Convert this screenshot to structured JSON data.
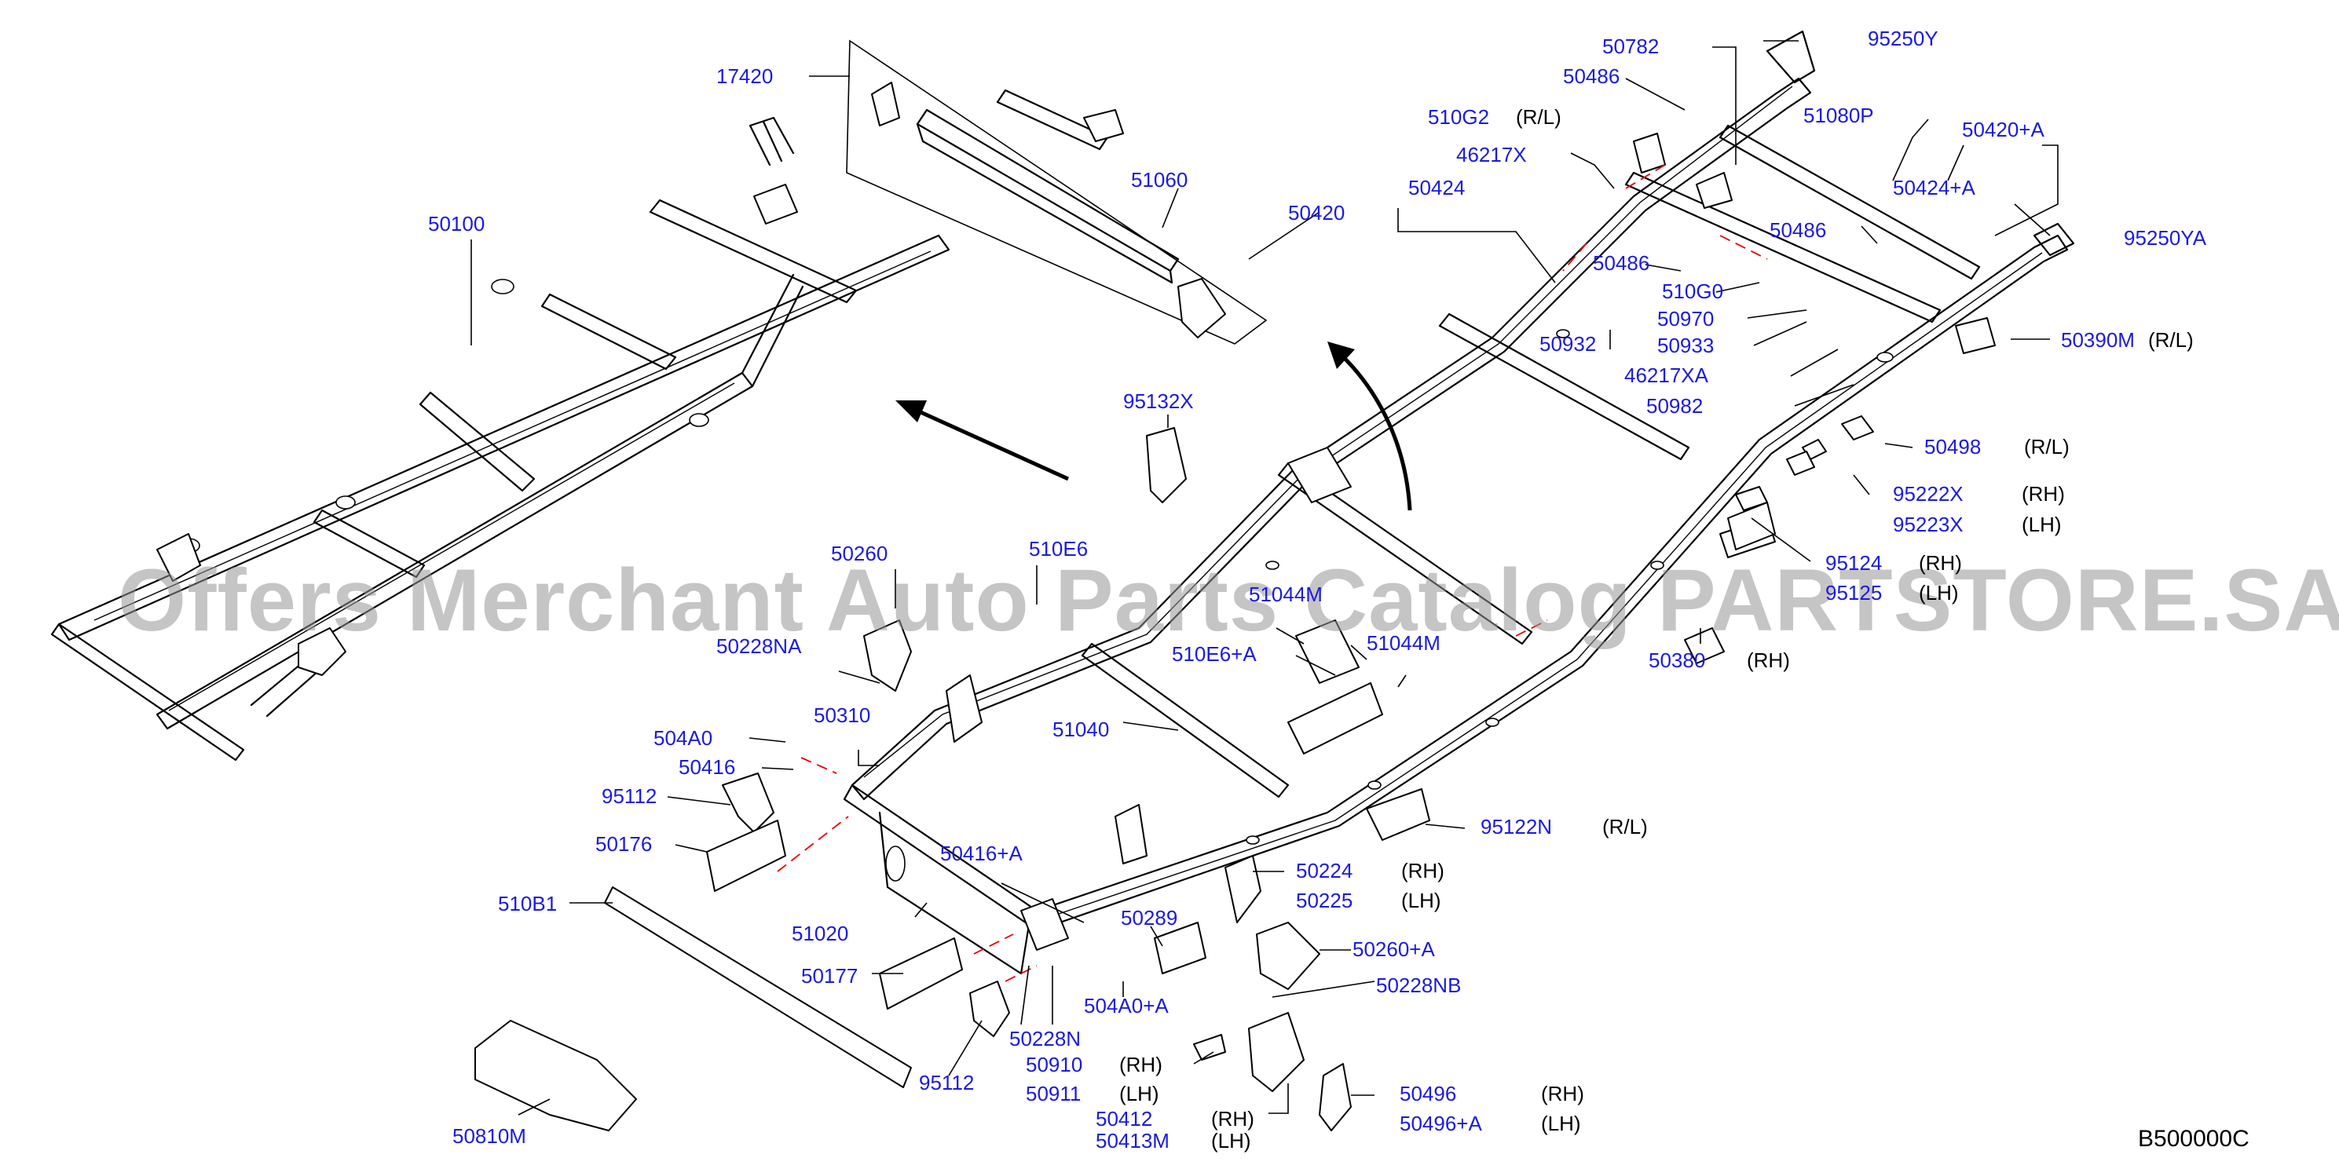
{
  "diagram_code": "B500000C",
  "watermark": "Offers Merchant Auto Parts Catalog PARTSTORE.SA",
  "labels": [
    {
      "part": "17420",
      "side": ""
    },
    {
      "part": "51060",
      "side": ""
    },
    {
      "part": "50420",
      "side": ""
    },
    {
      "part": "50100",
      "side": ""
    },
    {
      "part": "95132X",
      "side": ""
    },
    {
      "part": "50782",
      "side": ""
    },
    {
      "part": "50486",
      "side": ""
    },
    {
      "part": "510G2",
      "side": "(R/L)"
    },
    {
      "part": "46217X",
      "side": ""
    },
    {
      "part": "50424",
      "side": ""
    },
    {
      "part": "95250Y",
      "side": ""
    },
    {
      "part": "51080P",
      "side": ""
    },
    {
      "part": "50420+A",
      "side": ""
    },
    {
      "part": "50424+A",
      "side": ""
    },
    {
      "part": "50486",
      "side": ""
    },
    {
      "part": "95250YA",
      "side": ""
    },
    {
      "part": "50486",
      "side": ""
    },
    {
      "part": "510G0",
      "side": ""
    },
    {
      "part": "50970",
      "side": ""
    },
    {
      "part": "50933",
      "side": ""
    },
    {
      "part": "46217XA",
      "side": ""
    },
    {
      "part": "50982",
      "side": ""
    },
    {
      "part": "50932",
      "side": ""
    },
    {
      "part": "50390M",
      "side": "(R/L)"
    },
    {
      "part": "50498",
      "side": "(R/L)"
    },
    {
      "part": "95222X",
      "side": "(RH)"
    },
    {
      "part": "95223X",
      "side": "(LH)"
    },
    {
      "part": "95124",
      "side": "(RH)"
    },
    {
      "part": "95125",
      "side": "(LH)"
    },
    {
      "part": "50380",
      "side": "(RH)"
    },
    {
      "part": "50260",
      "side": ""
    },
    {
      "part": "510E6",
      "side": ""
    },
    {
      "part": "51044M",
      "side": ""
    },
    {
      "part": "510E6+A",
      "side": ""
    },
    {
      "part": "51044M",
      "side": ""
    },
    {
      "part": "50228NA",
      "side": ""
    },
    {
      "part": "504A0",
      "side": ""
    },
    {
      "part": "50310",
      "side": ""
    },
    {
      "part": "50416",
      "side": ""
    },
    {
      "part": "51040",
      "side": ""
    },
    {
      "part": "95112",
      "side": ""
    },
    {
      "part": "50176",
      "side": ""
    },
    {
      "part": "95122N",
      "side": "(R/L)"
    },
    {
      "part": "50416+A",
      "side": ""
    },
    {
      "part": "50224",
      "side": "(RH)"
    },
    {
      "part": "50225",
      "side": "(LH)"
    },
    {
      "part": "510B1",
      "side": ""
    },
    {
      "part": "51020",
      "side": ""
    },
    {
      "part": "50289",
      "side": ""
    },
    {
      "part": "50260+A",
      "side": ""
    },
    {
      "part": "50177",
      "side": ""
    },
    {
      "part": "50228NB",
      "side": ""
    },
    {
      "part": "504A0+A",
      "side": ""
    },
    {
      "part": "50228N",
      "side": ""
    },
    {
      "part": "50910",
      "side": "(RH)"
    },
    {
      "part": "50911",
      "side": "(LH)"
    },
    {
      "part": "95112",
      "side": ""
    },
    {
      "part": "50412",
      "side": "(RH)"
    },
    {
      "part": "50413M",
      "side": "(LH)"
    },
    {
      "part": "50496",
      "side": "(RH)"
    },
    {
      "part": "50496+A",
      "side": "(LH)"
    },
    {
      "part": "50810M",
      "side": ""
    }
  ]
}
